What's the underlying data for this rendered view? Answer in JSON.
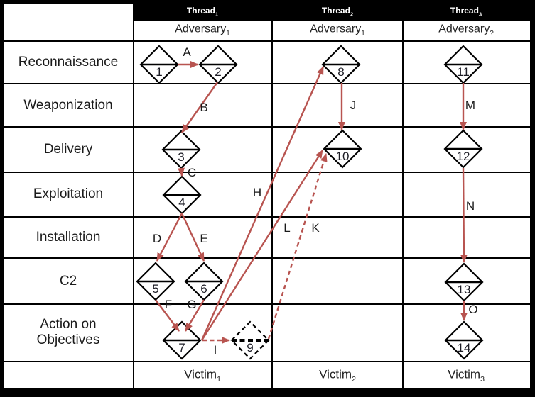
{
  "table": {
    "threads": [
      {
        "base": "Thread",
        "sub": "1"
      },
      {
        "base": "Thread",
        "sub": "2"
      },
      {
        "base": "Thread",
        "sub": "3"
      }
    ],
    "adversaries": [
      {
        "base": "Adversary",
        "sub": "1"
      },
      {
        "base": "Adversary",
        "sub": "1"
      },
      {
        "base": "Adversary",
        "sub": "?"
      }
    ],
    "phases": [
      "Reconnaissance",
      "Weaponization",
      "Delivery",
      "Exploitation",
      "Installation",
      "C2",
      "Action on Objectives"
    ],
    "victims": [
      {
        "base": "Victim",
        "sub": "1"
      },
      {
        "base": "Victim",
        "sub": "2"
      },
      {
        "base": "Victim",
        "sub": "3"
      }
    ]
  },
  "diagram": {
    "nodes": [
      {
        "label": "1",
        "style": "solid"
      },
      {
        "label": "2",
        "style": "solid"
      },
      {
        "label": "3",
        "style": "solid"
      },
      {
        "label": "4",
        "style": "solid"
      },
      {
        "label": "5",
        "style": "solid"
      },
      {
        "label": "6",
        "style": "solid"
      },
      {
        "label": "7",
        "style": "solid"
      },
      {
        "label": "8",
        "style": "solid"
      },
      {
        "label": "9",
        "style": "dashed"
      },
      {
        "label": "10",
        "style": "solid"
      },
      {
        "label": "11",
        "style": "solid"
      },
      {
        "label": "12",
        "style": "solid"
      },
      {
        "label": "13",
        "style": "solid"
      },
      {
        "label": "14",
        "style": "solid"
      }
    ],
    "edges": [
      {
        "label": "A",
        "style": "solid"
      },
      {
        "label": "B",
        "style": "solid"
      },
      {
        "label": "C",
        "style": "solid"
      },
      {
        "label": "D",
        "style": "solid"
      },
      {
        "label": "E",
        "style": "solid"
      },
      {
        "label": "F",
        "style": "solid"
      },
      {
        "label": "G",
        "style": "solid"
      },
      {
        "label": "H",
        "style": "solid"
      },
      {
        "label": "I",
        "style": "dashed"
      },
      {
        "label": "J",
        "style": "solid"
      },
      {
        "label": "K",
        "style": "dashed"
      },
      {
        "label": "L",
        "style": "solid"
      },
      {
        "label": "M",
        "style": "solid"
      },
      {
        "label": "N",
        "style": "solid"
      },
      {
        "label": "O",
        "style": "solid"
      }
    ],
    "colors": {
      "arrow": "#b85450",
      "grid": "#000000",
      "node_outline": "#000000",
      "node_fill": "#ffffff",
      "header_bg": "#000000",
      "header_text": "#ffffff"
    }
  }
}
